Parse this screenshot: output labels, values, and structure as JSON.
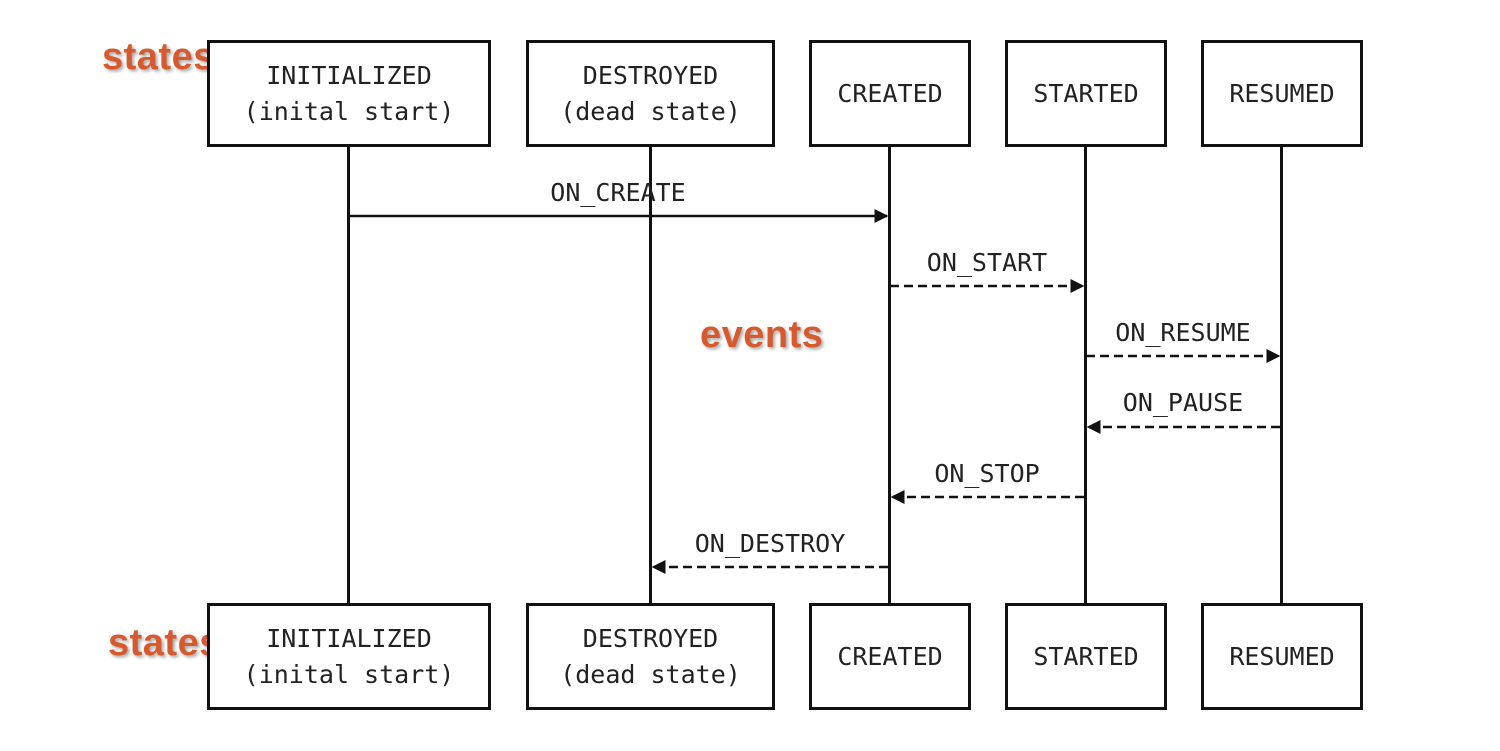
{
  "annotations": {
    "states_top": "states",
    "events": "events",
    "states_bottom": "states"
  },
  "states": [
    {
      "id": "initialized",
      "line1": "INITIALIZED",
      "line2": "(inital start)"
    },
    {
      "id": "destroyed",
      "line1": "DESTROYED",
      "line2": "(dead state)"
    },
    {
      "id": "created",
      "line1": "CREATED",
      "line2": ""
    },
    {
      "id": "started",
      "line1": "STARTED",
      "line2": ""
    },
    {
      "id": "resumed",
      "line1": "RESUMED",
      "line2": ""
    }
  ],
  "events": [
    {
      "label": "ON_CREATE",
      "from": "initialized",
      "to": "created",
      "style": "solid"
    },
    {
      "label": "ON_START",
      "from": "created",
      "to": "started",
      "style": "dashed"
    },
    {
      "label": "ON_RESUME",
      "from": "started",
      "to": "resumed",
      "style": "dashed"
    },
    {
      "label": "ON_PAUSE",
      "from": "resumed",
      "to": "started",
      "style": "dashed"
    },
    {
      "label": "ON_STOP",
      "from": "started",
      "to": "created",
      "style": "dashed"
    },
    {
      "label": "ON_DESTROY",
      "from": "created",
      "to": "destroyed",
      "style": "dashed"
    }
  ],
  "colors": {
    "annotation": "#d65a2e",
    "line": "#111111",
    "text": "#222222"
  }
}
